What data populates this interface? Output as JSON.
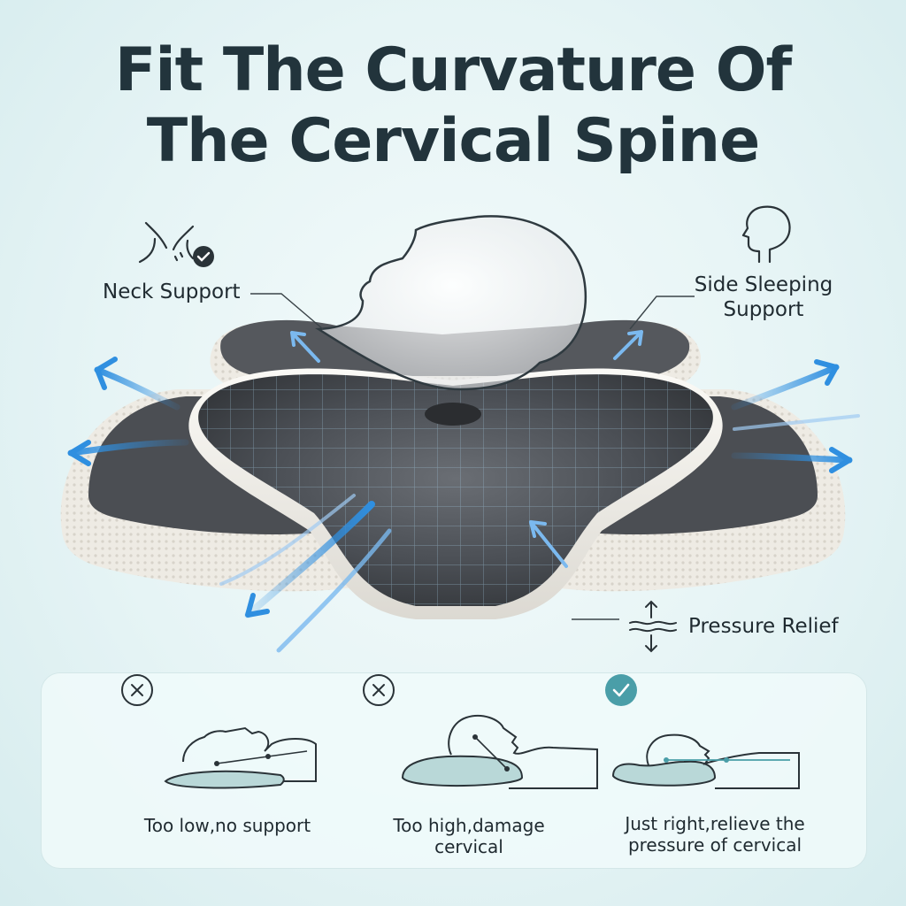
{
  "title": {
    "line1": "Fit The Curvature Of",
    "line2": "The Cervical Spine"
  },
  "features": {
    "neck_support": "Neck Support",
    "side_sleeping_line1": "Side Sleeping",
    "side_sleeping_line2": "Support",
    "pressure_relief": "Pressure Relief"
  },
  "comparison": [
    {
      "status": "wrong",
      "icon": "x-circle-icon",
      "caption": "Too low,no support"
    },
    {
      "status": "wrong",
      "icon": "x-circle-icon",
      "caption": "Too high,damage cervical"
    },
    {
      "status": "correct",
      "icon": "check-circle-icon",
      "caption_line1": "Just right,relieve the",
      "caption_line2": "pressure of cervical"
    }
  ],
  "colors": {
    "title": "#22343c",
    "pillow_dark": "#4a4d52",
    "pillow_light": "#f1efe9",
    "airflow_blue": "#2f8fe0",
    "accent_teal": "#4a9ea8",
    "pillow_fill_teal": "#b9d8d8"
  }
}
